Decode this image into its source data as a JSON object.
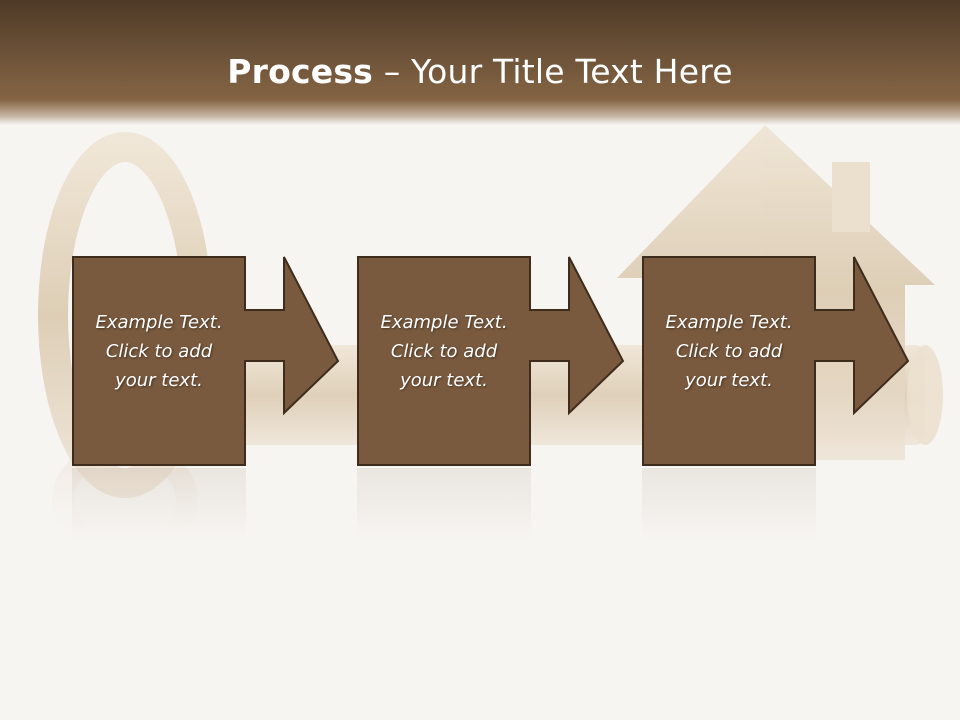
{
  "slide": {
    "title_bold": "Process",
    "title_rest": " – Your Title Text Here"
  },
  "steps": [
    {
      "line1": "Example Text.",
      "line2": "Click  to add",
      "line3": "your text."
    },
    {
      "line1": "Example Text.",
      "line2": "Click  to add",
      "line3": "your text."
    },
    {
      "line1": "Example Text.",
      "line2": "Click  to add",
      "line3": "your text."
    }
  ],
  "colors": {
    "header": "#6a5037",
    "box_fill": "#7a5a3e",
    "box_border": "#3e2c1c",
    "text": "#ffffff",
    "background": "#f7f5f2"
  },
  "icons": [
    "key-icon",
    "house-icon",
    "arrow-right-icon"
  ]
}
